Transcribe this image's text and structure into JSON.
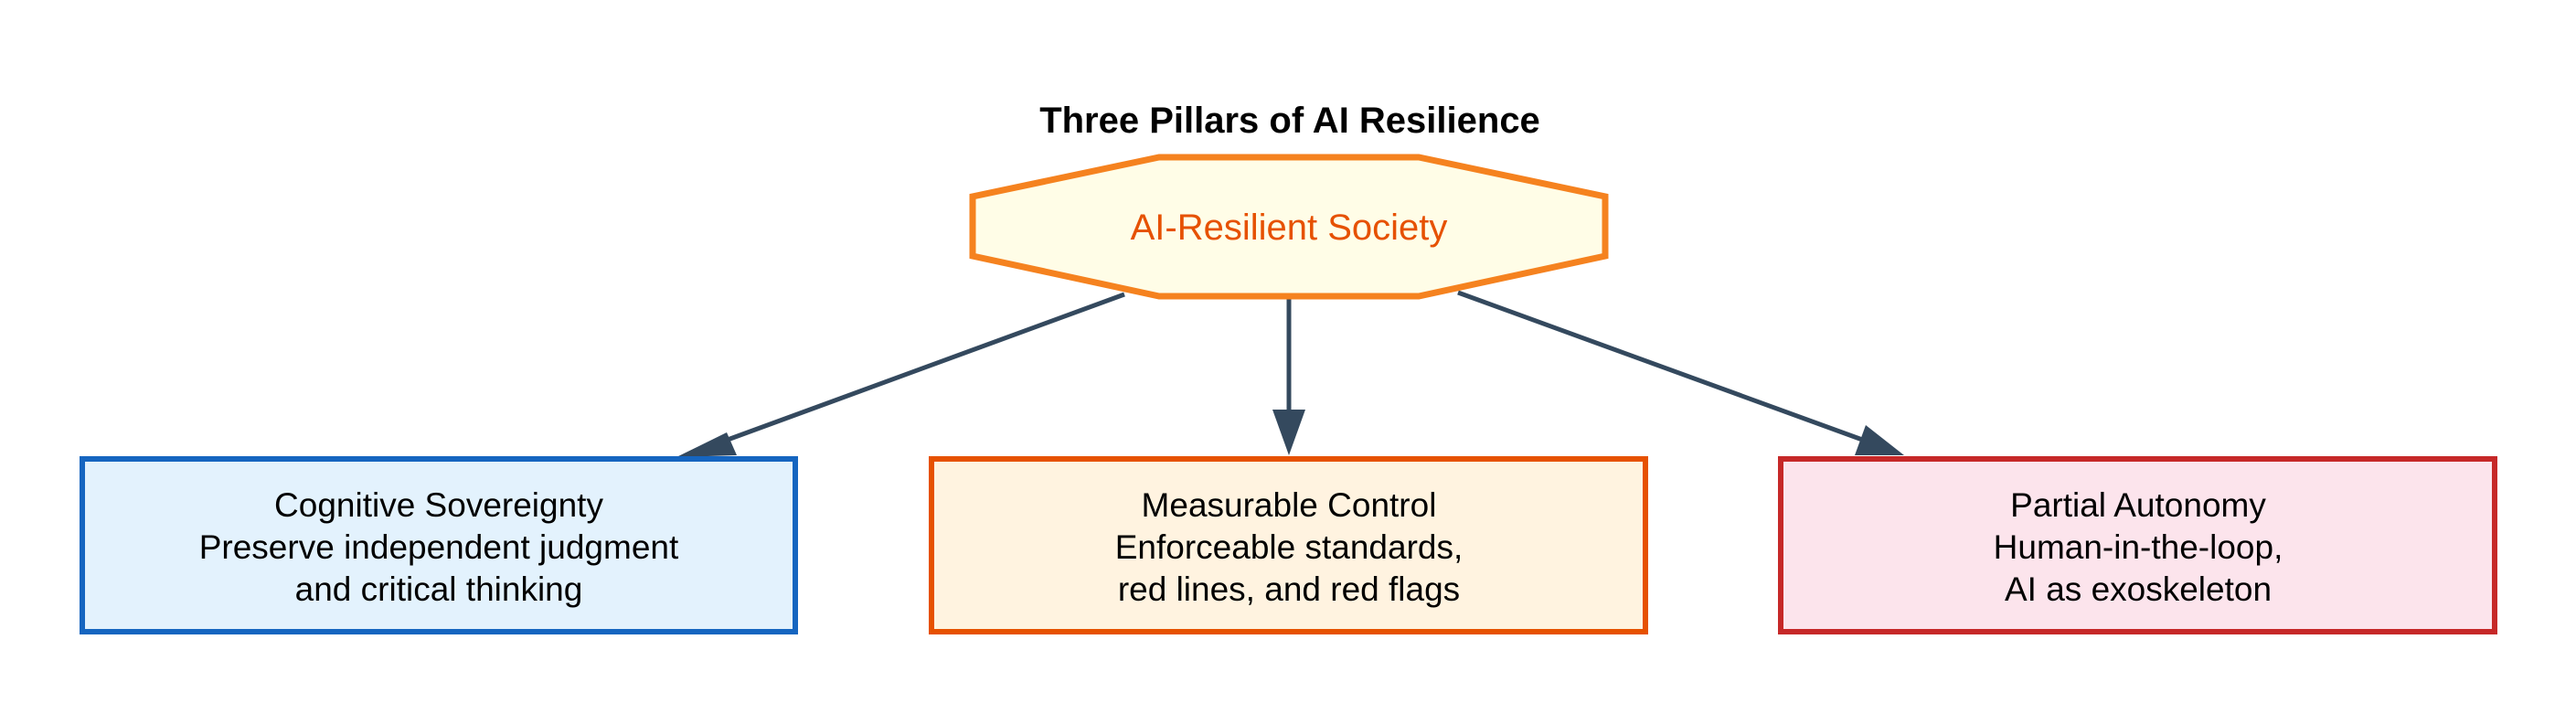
{
  "diagram": {
    "title": "Three Pillars of AI Resilience",
    "root": {
      "label": "AI-Resilient Society",
      "shape": "octagon",
      "fill": "#FFFDE7",
      "stroke": "#F5821F",
      "text_color": "#E65100"
    },
    "edge_color": "#34495E",
    "children": [
      {
        "title": "Cognitive Sovereignty",
        "lines": [
          "Cognitive Sovereignty",
          "Preserve independent judgment",
          "and critical thinking"
        ],
        "fill": "#E3F2FD",
        "stroke": "#1565C0"
      },
      {
        "title": "Measurable Control",
        "lines": [
          "Measurable Control",
          "Enforceable standards,",
          "red lines, and red flags"
        ],
        "fill": "#FFF3E0",
        "stroke": "#E65100"
      },
      {
        "title": "Partial Autonomy",
        "lines": [
          "Partial Autonomy",
          "Human-in-the-loop,",
          "AI as exoskeleton"
        ],
        "fill": "#FCE4EC",
        "stroke": "#C62828"
      }
    ]
  }
}
